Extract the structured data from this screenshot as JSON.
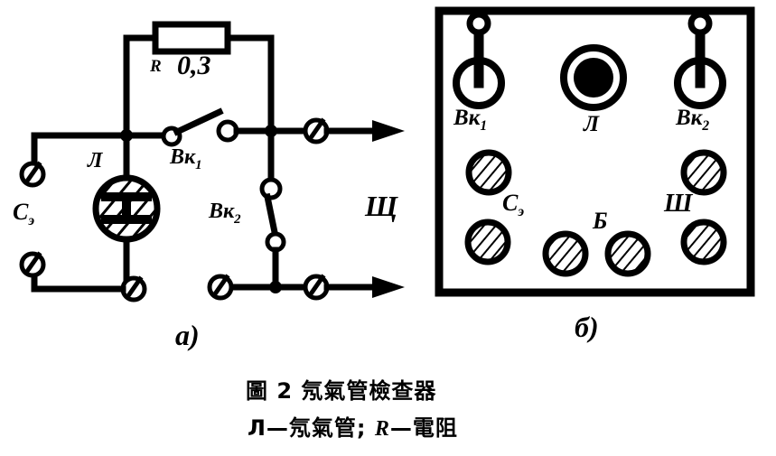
{
  "figure": {
    "caption_line1": "圖 2   氖氣管檢查器",
    "caption_line2_pre": "Л—氖氣管; ",
    "caption_line2_latin": "R",
    "caption_line2_post": "—電阻",
    "part_a_label": "a)",
    "part_b_label": "б)"
  },
  "schematic": {
    "resistor_designator": "R",
    "resistor_value": "0,3",
    "lamp_label": "Л",
    "switch1_label": "Вк",
    "switch1_sub": "1",
    "switch2_label": "Вк",
    "switch2_sub": "2",
    "capacitor_label": "С",
    "capacitor_sub": "э",
    "shunt_label": "Щ"
  },
  "panel": {
    "switch1_label": "Вк",
    "switch1_sub": "1",
    "switch2_label": "Вк",
    "switch2_sub": "2",
    "lamp_label": "Л",
    "capacitor_label": "С",
    "capacitor_sub": "э",
    "shunt_label": "Ш",
    "battery_label": "Б"
  },
  "colors": {
    "ink": "#000000",
    "paper": "#ffffff"
  }
}
